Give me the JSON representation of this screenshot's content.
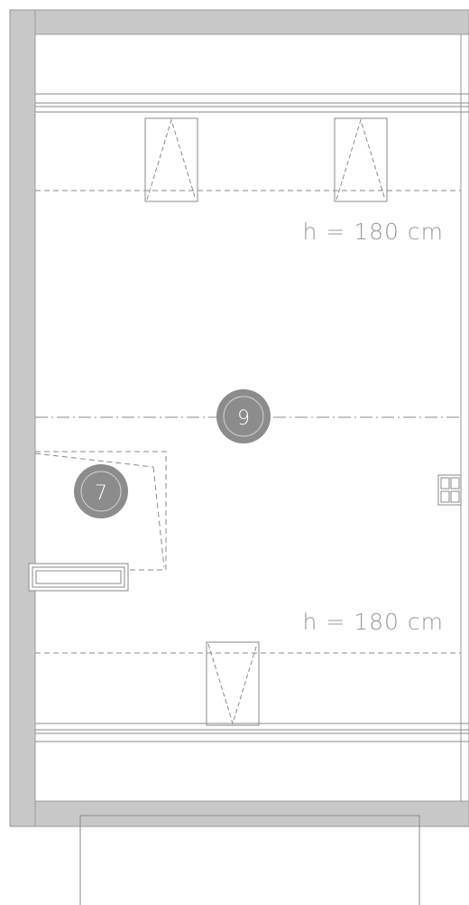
{
  "height_labels": {
    "upper": "h = 180 cm",
    "lower": "h = 180 cm"
  },
  "markers": {
    "room_9": "9",
    "room_7": "7"
  },
  "colors": {
    "wall": "#c8c8c8",
    "wall_stroke": "#9a9a9a",
    "line": "#8a8a8a",
    "marker": "#8c8c8c",
    "label": "#999999"
  }
}
